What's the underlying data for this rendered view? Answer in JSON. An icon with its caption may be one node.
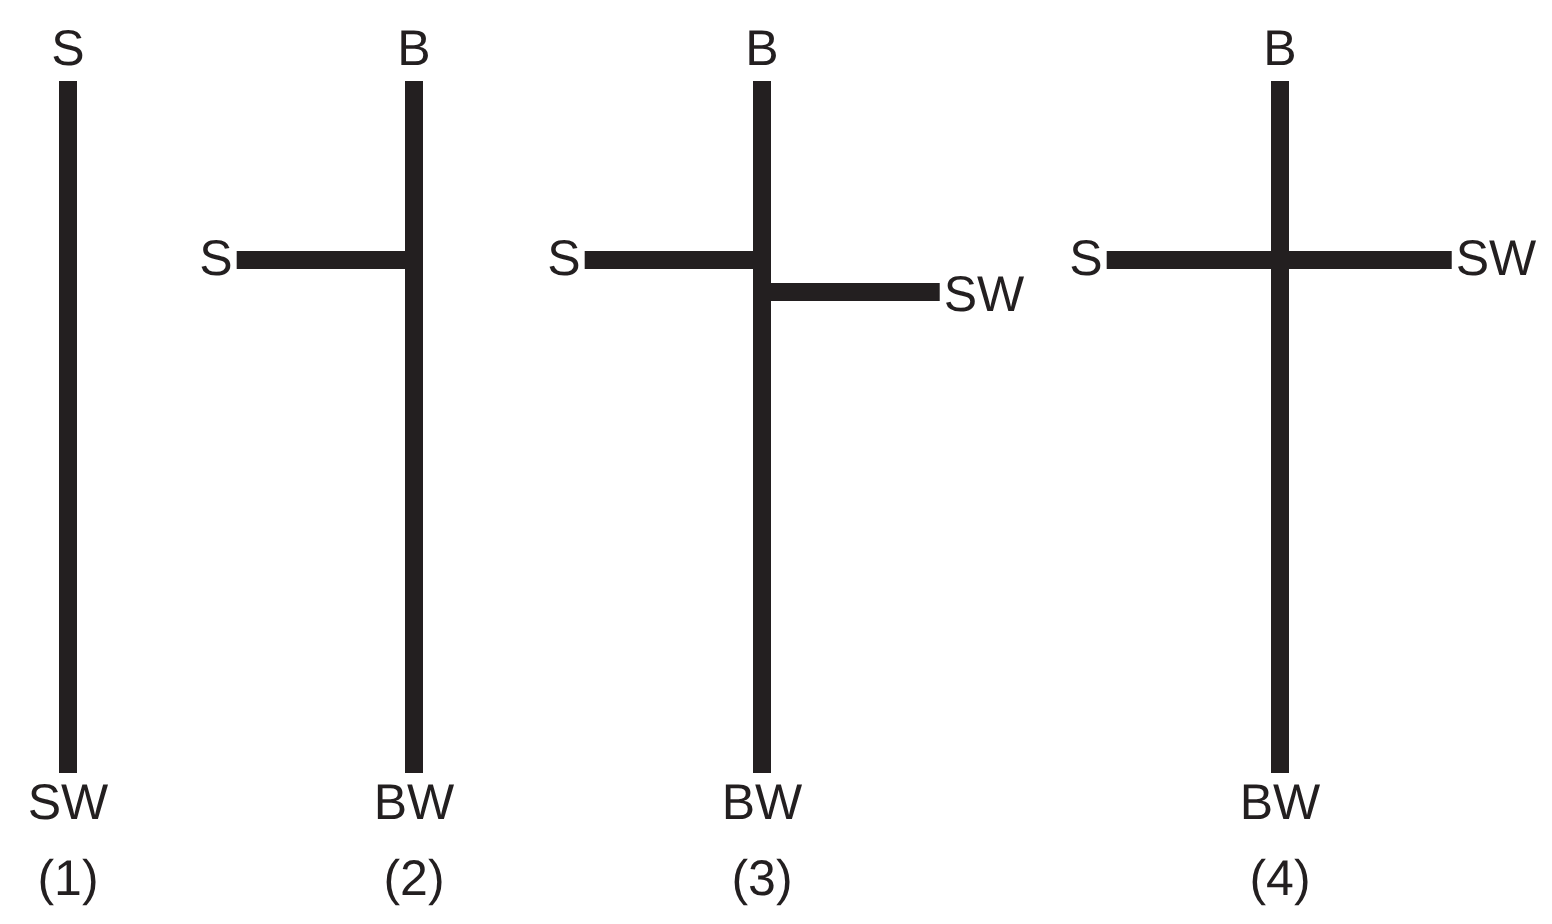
{
  "diagram": {
    "nodes": [
      {
        "text": [
          "S"
        ]
      },
      {
        "text": [
          "SW"
        ]
      },
      {
        "text": [
          "B"
        ]
      },
      {
        "text": [
          "S"
        ]
      },
      {
        "text": [
          "BW"
        ]
      },
      {
        "text": [
          "B"
        ]
      },
      {
        "text": [
          "S"
        ]
      },
      {
        "text": [
          "SW"
        ]
      },
      {
        "text": [
          "BW"
        ]
      },
      {
        "text": [
          "B"
        ]
      },
      {
        "text": [
          "S"
        ]
      },
      {
        "text": [
          "SW"
        ]
      },
      {
        "text": [
          "BW"
        ]
      }
    ],
    "edges": [
      {
        "from": 0,
        "to": 1,
        "arrow": "none"
      },
      {
        "from": 2,
        "to": 4,
        "arrow": "none"
      },
      {
        "from": 3,
        "to": null,
        "arrow": "none"
      },
      {
        "from": 5,
        "to": 8,
        "arrow": "none"
      },
      {
        "from": 6,
        "to": null,
        "arrow": "none"
      },
      {
        "from": 7,
        "to": null,
        "arrow": "none"
      },
      {
        "from": 9,
        "to": 12,
        "arrow": "none"
      },
      {
        "from": 10,
        "to": 11,
        "arrow": "none"
      }
    ],
    "labels": [
      "(1)",
      "(2)",
      "(3)",
      "(4)"
    ]
  }
}
